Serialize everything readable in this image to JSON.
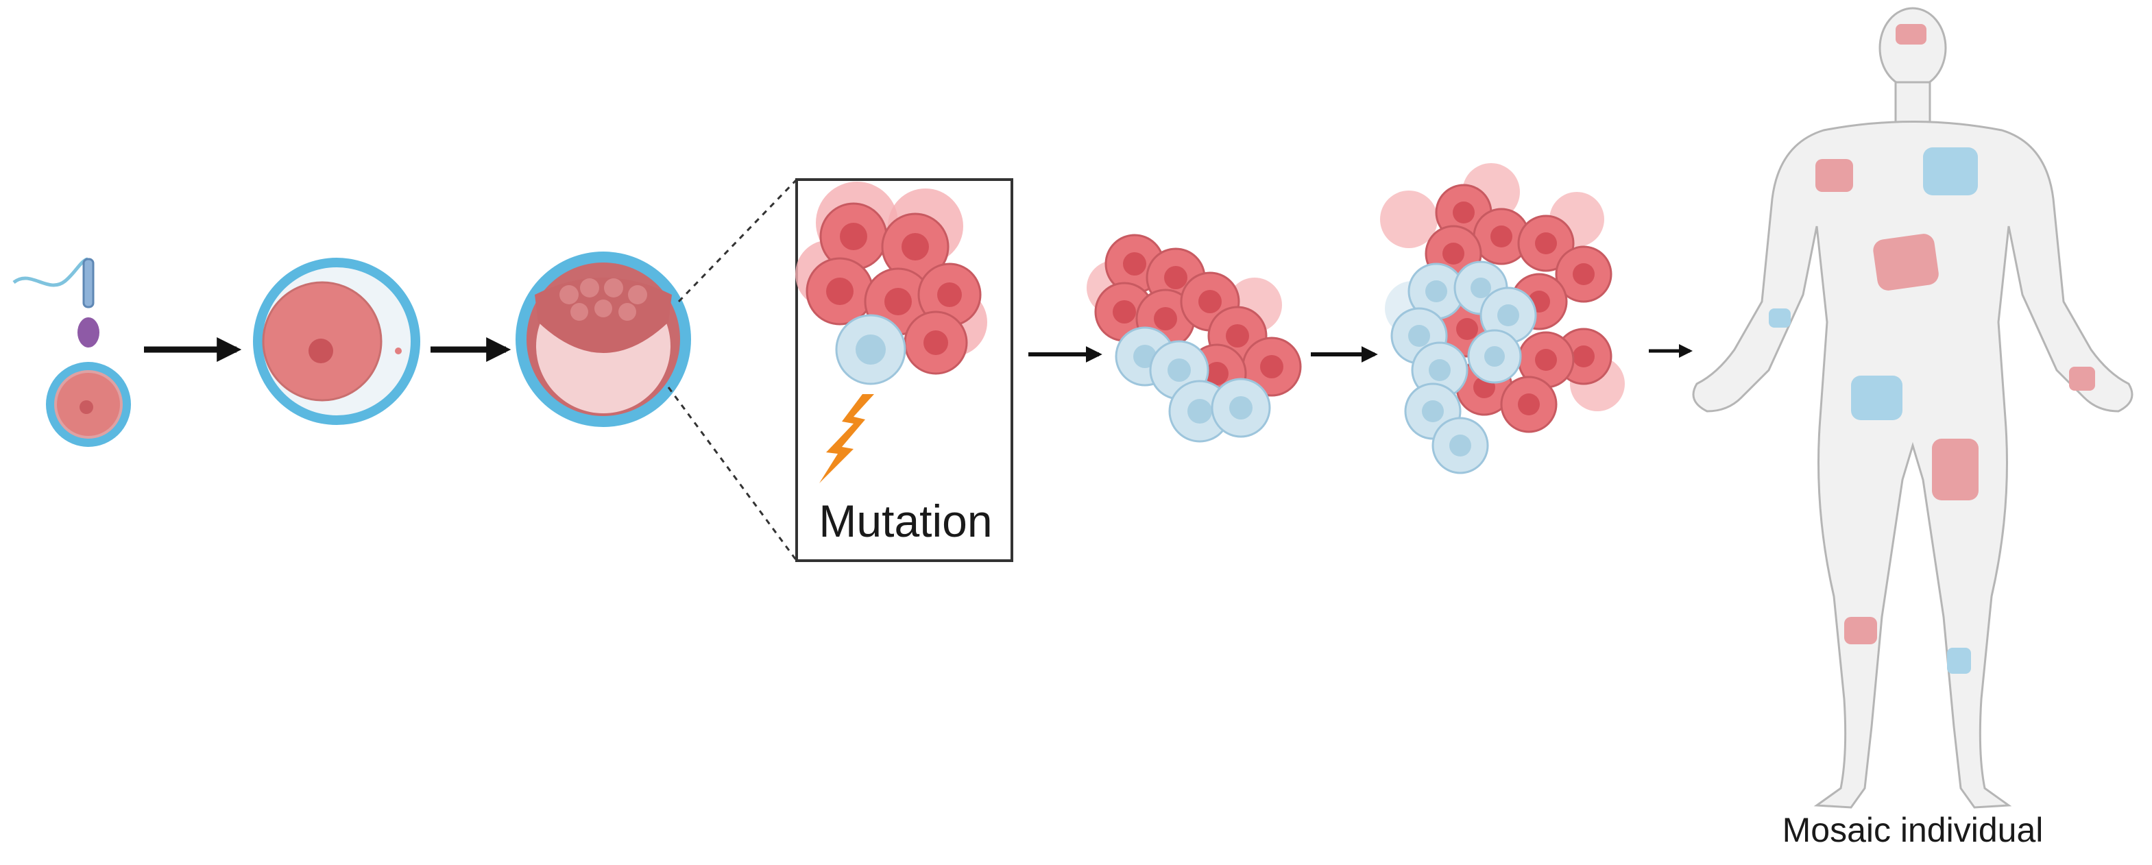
{
  "diagram": {
    "stages": [
      {
        "id": "fertilization",
        "icon": "sperm-egg-icon"
      },
      {
        "id": "zygote",
        "icon": "zygote-icon"
      },
      {
        "id": "blastocyst",
        "icon": "blastocyst-icon"
      },
      {
        "id": "inner-cell-mass-mutation",
        "icon": "cell-cluster-mutation-icon"
      },
      {
        "id": "clonal-expansion-small",
        "icon": "cell-cluster-icon"
      },
      {
        "id": "clonal-expansion-large",
        "icon": "cell-cluster-icon"
      },
      {
        "id": "mosaic-individual",
        "icon": "human-body-icon"
      }
    ],
    "mutation_label": "Mutation",
    "mosaic_label": "Mosaic individual",
    "colors": {
      "normal_cell": "#e8747a",
      "normal_cell_light": "#f5aeb1",
      "normal_nucleus": "#d44f58",
      "mutant_cell": "#cfe4ef",
      "mutant_nucleus": "#a9cfe2",
      "zona": "#5bb8e0",
      "lightning": "#f08a1c",
      "arrow": "#111111"
    }
  }
}
